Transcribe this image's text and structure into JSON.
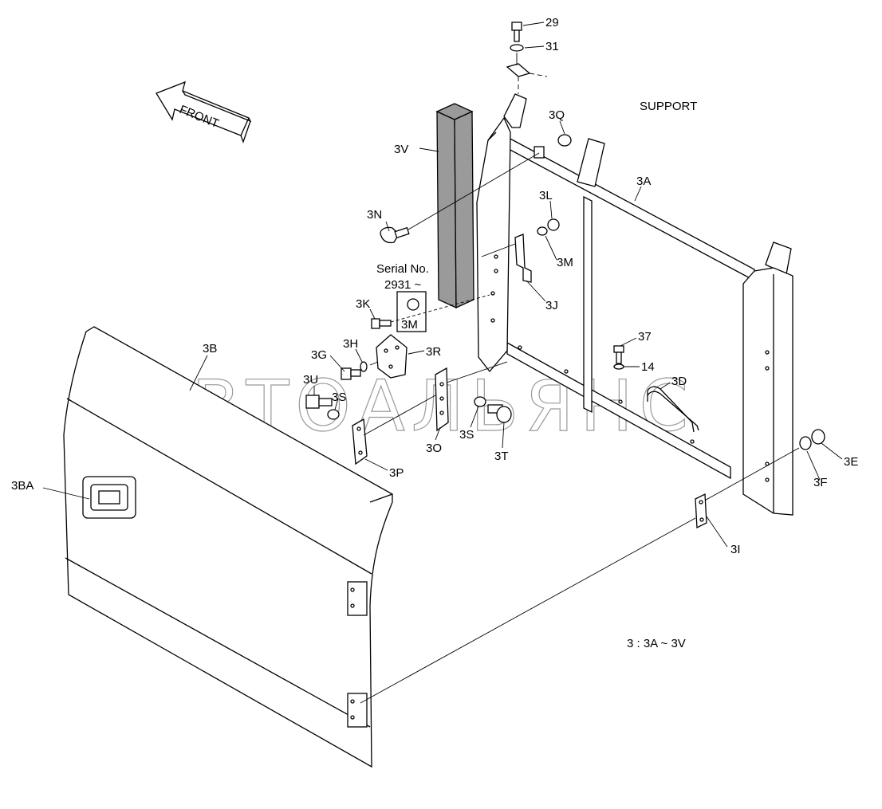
{
  "watermark": "АВТОАЛЬЯНС",
  "front_arrow": "FRONT",
  "support_label": "SUPPORT",
  "serial_note": {
    "line1": "Serial No.",
    "line2": "2931 ~"
  },
  "range_note": "3 : 3A ~ 3V",
  "callouts": {
    "c29": "29",
    "c31": "31",
    "c3Q": "3Q",
    "c3V": "3V",
    "c3A": "3A",
    "c3N": "3N",
    "c3L": "3L",
    "c3M_a": "3M",
    "c3J": "3J",
    "c3K": "3K",
    "c3M_b": "3M",
    "c3B": "3B",
    "c3H": "3H",
    "c3R": "3R",
    "c3G": "3G",
    "c37": "37",
    "c14": "14",
    "c3D": "3D",
    "c3U": "3U",
    "c3S_a": "3S",
    "c3S_b": "3S",
    "c3O": "3O",
    "c3T": "3T",
    "c3P": "3P",
    "c3BA": "3BA",
    "c3E": "3E",
    "c3F": "3F",
    "c3I": "3I"
  }
}
